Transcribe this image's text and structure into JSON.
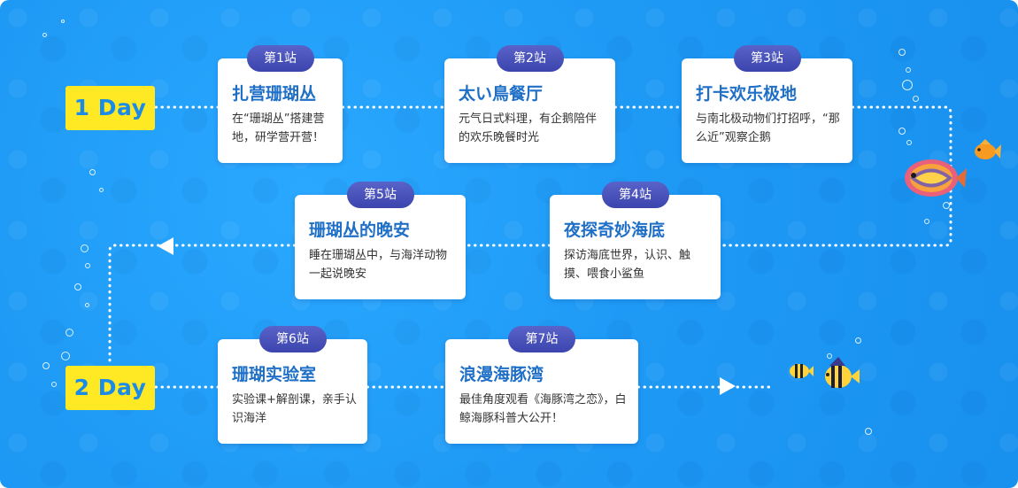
{
  "days": [
    {
      "label": "1 Day"
    },
    {
      "label": "2 Day"
    }
  ],
  "stations": [
    {
      "badge": "第1站",
      "title": "扎营珊瑚丛",
      "desc": "在“珊瑚丛”搭建营地，研学营开营！"
    },
    {
      "badge": "第2站",
      "title": "太い鳥餐厅",
      "desc": "元气日式料理，有企鹅陪伴的欢乐晚餐时光"
    },
    {
      "badge": "第3站",
      "title": "打卡欢乐极地",
      "desc": "与南北极动物们打招呼，“那么近”观察企鹅"
    },
    {
      "badge": "第4站",
      "title": "夜探奇妙海底",
      "desc": "探访海底世界，认识、触摸、喂食小鲨鱼"
    },
    {
      "badge": "第5站",
      "title": "珊瑚丛的晚安",
      "desc": "睡在珊瑚丛中，与海洋动物一起说晚安"
    },
    {
      "badge": "第6站",
      "title": "珊瑚实验室",
      "desc": "实验课+解剖课，亲手认识海洋"
    },
    {
      "badge": "第7站",
      "title": "浪漫海豚湾",
      "desc": "最佳角度观看《海豚湾之恋》，白鲸海豚科普大公开！"
    }
  ],
  "icons": {
    "arrow": "triangle-arrow-icon",
    "fish": "tropical-fish-icon",
    "bubble": "bubble-icon"
  },
  "colors": {
    "background": "#1e9af5",
    "day_badge": "#ffe924",
    "day_text": "#1b8be8",
    "station_badge": "#4a52bb",
    "title": "#1f6fc7",
    "path": "#ffffff"
  }
}
